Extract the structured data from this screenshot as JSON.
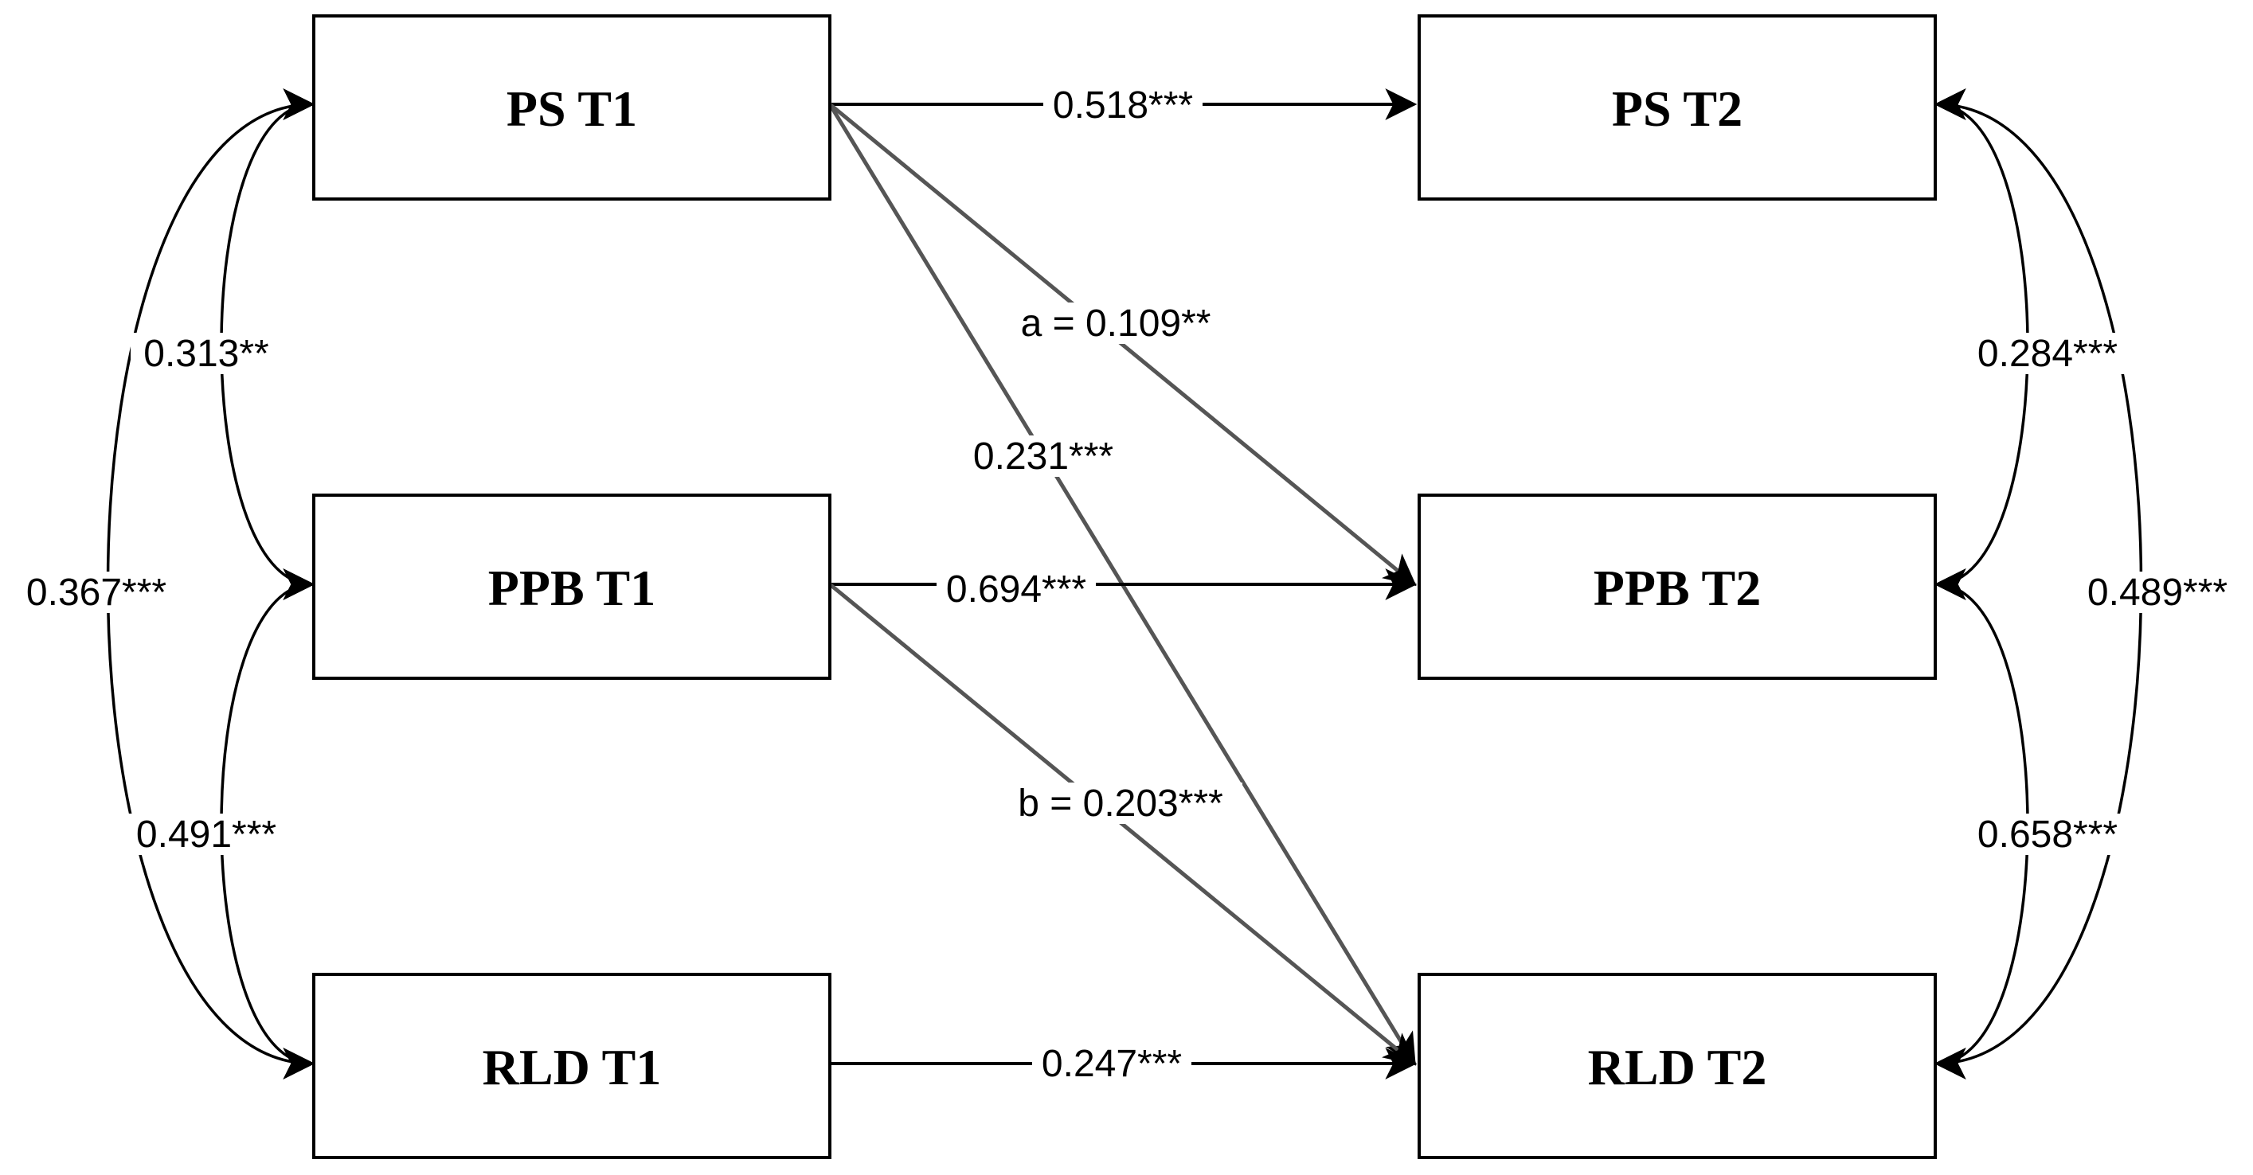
{
  "nodes": {
    "ps_t1": "PS T1",
    "ppb_t1": "PPB T1",
    "rld_t1": "RLD T1",
    "ps_t2": "PS T2",
    "ppb_t2": "PPB T2",
    "rld_t2": "RLD T2"
  },
  "paths": {
    "ps_t1_ps_t2": "0.518***",
    "ps_t1_ppb_t2": "a = 0.109**",
    "ps_t1_rld_t2": "0.231***",
    "ppb_t1_ppb_t2": "0.694***",
    "ppb_t1_rld_t2": "b = 0.203***",
    "rld_t1_rld_t2": "0.247***"
  },
  "correlations": {
    "ps_ppb_t1": "0.313**",
    "ppb_rld_t1": "0.491***",
    "ps_rld_t1": "0.367***",
    "ps_ppb_t2": "0.284***",
    "ppb_rld_t2": "0.658***",
    "ps_rld_t2": "0.489***"
  },
  "colors": {
    "line": "#000000",
    "diagonal_line": "#555555",
    "box_fill": "#ffffff"
  }
}
